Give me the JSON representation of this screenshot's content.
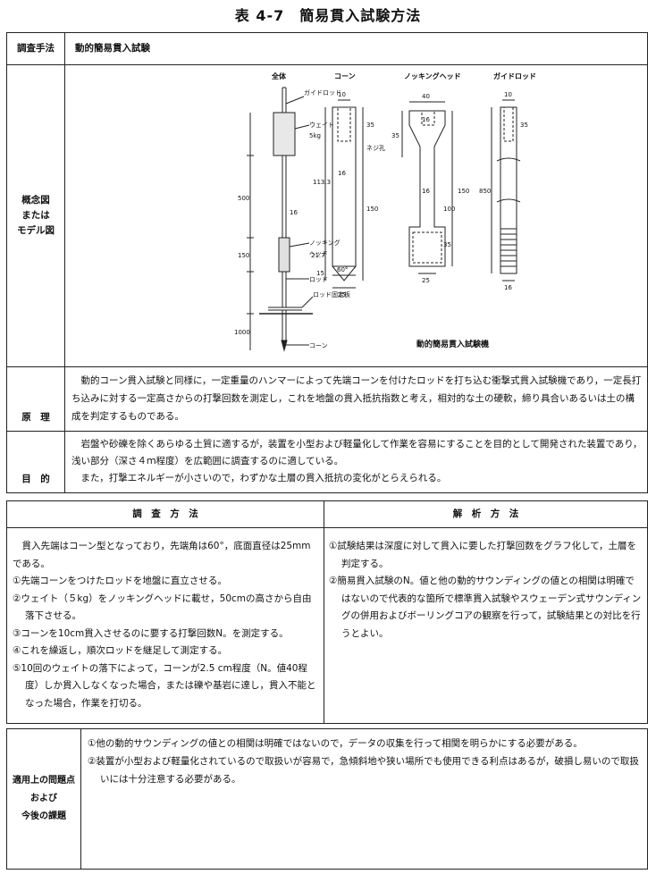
{
  "title": "表 4-7　簡易貫入試験方法",
  "method": {
    "label": "調査手法",
    "value": "動的簡易貫入試験"
  },
  "concept": {
    "label": "概念図\nまたは\nモデル図",
    "diagram": {
      "caption": "動的簡易貫入試験機",
      "headers": [
        "全体",
        "コーン",
        "ノッキングヘッド",
        "ガイドロッド"
      ],
      "labels": {
        "guide_rod": "ガイドロッド",
        "weight": "ウェイト",
        "weight_kg": "5kg",
        "knocking": "ノッキング",
        "head": "ヘッド",
        "rod": "ロッド",
        "rod_plate": "ロッド固定板",
        "cone": "コーン",
        "screw_hole": "ネジ孔",
        "angle": "60°"
      },
      "dims_overall": [
        "500",
        "150",
        "1000",
        "16"
      ],
      "dims_cone": [
        "10",
        "35",
        "113.3",
        "150",
        "16",
        "21.7",
        "15",
        "25"
      ],
      "dims_knock": [
        "40",
        "16",
        "35",
        "16",
        "150",
        "100",
        "35",
        "25"
      ],
      "dims_guide": [
        "10",
        "35",
        "850",
        "16"
      ]
    }
  },
  "principle": {
    "label": "原　理",
    "text": "　動的コーン貫入試験と同様に，一定重量のハンマーによって先端コーンを付けたロッドを打ち込む衝撃式貫入試験機であり，一定長打ち込みに対する一定高さからの打撃回数を測定し，これを地盤の貫入抵抗指数と考え，相対的な土の硬軟，締り具合いあるいは土の構成を判定するものである。"
  },
  "purpose": {
    "label": "目　的",
    "text": "　岩盤や砂礫を除くあらゆる土質に適するが，装置を小型および軽量化して作業を容易にすることを目的として開発された装置であり，浅い部分（深さ４ｍ程度）を広範囲に調査するのに適している。\n　また，打撃エネルギーが小さいので，わずかな土層の貫入抵抗の変化がとらえられる。"
  },
  "survey": {
    "header": "調　査　方　法",
    "intro": "　貫入先端はコーン型となっており，先端角は60°，底面直径は25mmである。",
    "steps": [
      "①先端コーンをつけたロッドを地盤に直立させる。",
      "②ウェイト（５kg）をノッキングヘッドに載せ，50cmの高さから自由落下させる。",
      "③コーンを10cm貫入させるのに要する打撃回数N。を測定する。",
      "④これを繰返し，順次ロッドを継足して測定する。",
      "⑤10回のウェイトの落下によって，コーンが2.5 cm程度（N。値40程度）しか貫入しなくなった場合，または礫や基岩に達し，貫入不能となった場合，作業を打切る。"
    ]
  },
  "analysis": {
    "header": "解　析　方　法",
    "items": [
      "①試験結果は深度に対して貫入に要した打撃回数をグラフ化して，土層を判定する。",
      "②簡易貫入試験のN。値と他の動的サウンディングの値との相関は明確ではないので代表的な箇所で標準貫入試験やスウェーデン式サウンディングの併用およびボーリングコアの観察を行って，試験結果との対比を行うとよい。"
    ]
  },
  "issues": {
    "label": "適用上の問題点\nおよび\n今後の課題",
    "items": [
      "①他の動的サウンディングの値との相関は明確ではないので，データの収集を行って相関を明らかにする必要がある。",
      "②装置が小型および軽量化されているので取扱いが容易で，急傾斜地や狭い場所でも使用できる利点はあるが，破損し易いので取扱いには十分注意する必要がある。"
    ]
  }
}
